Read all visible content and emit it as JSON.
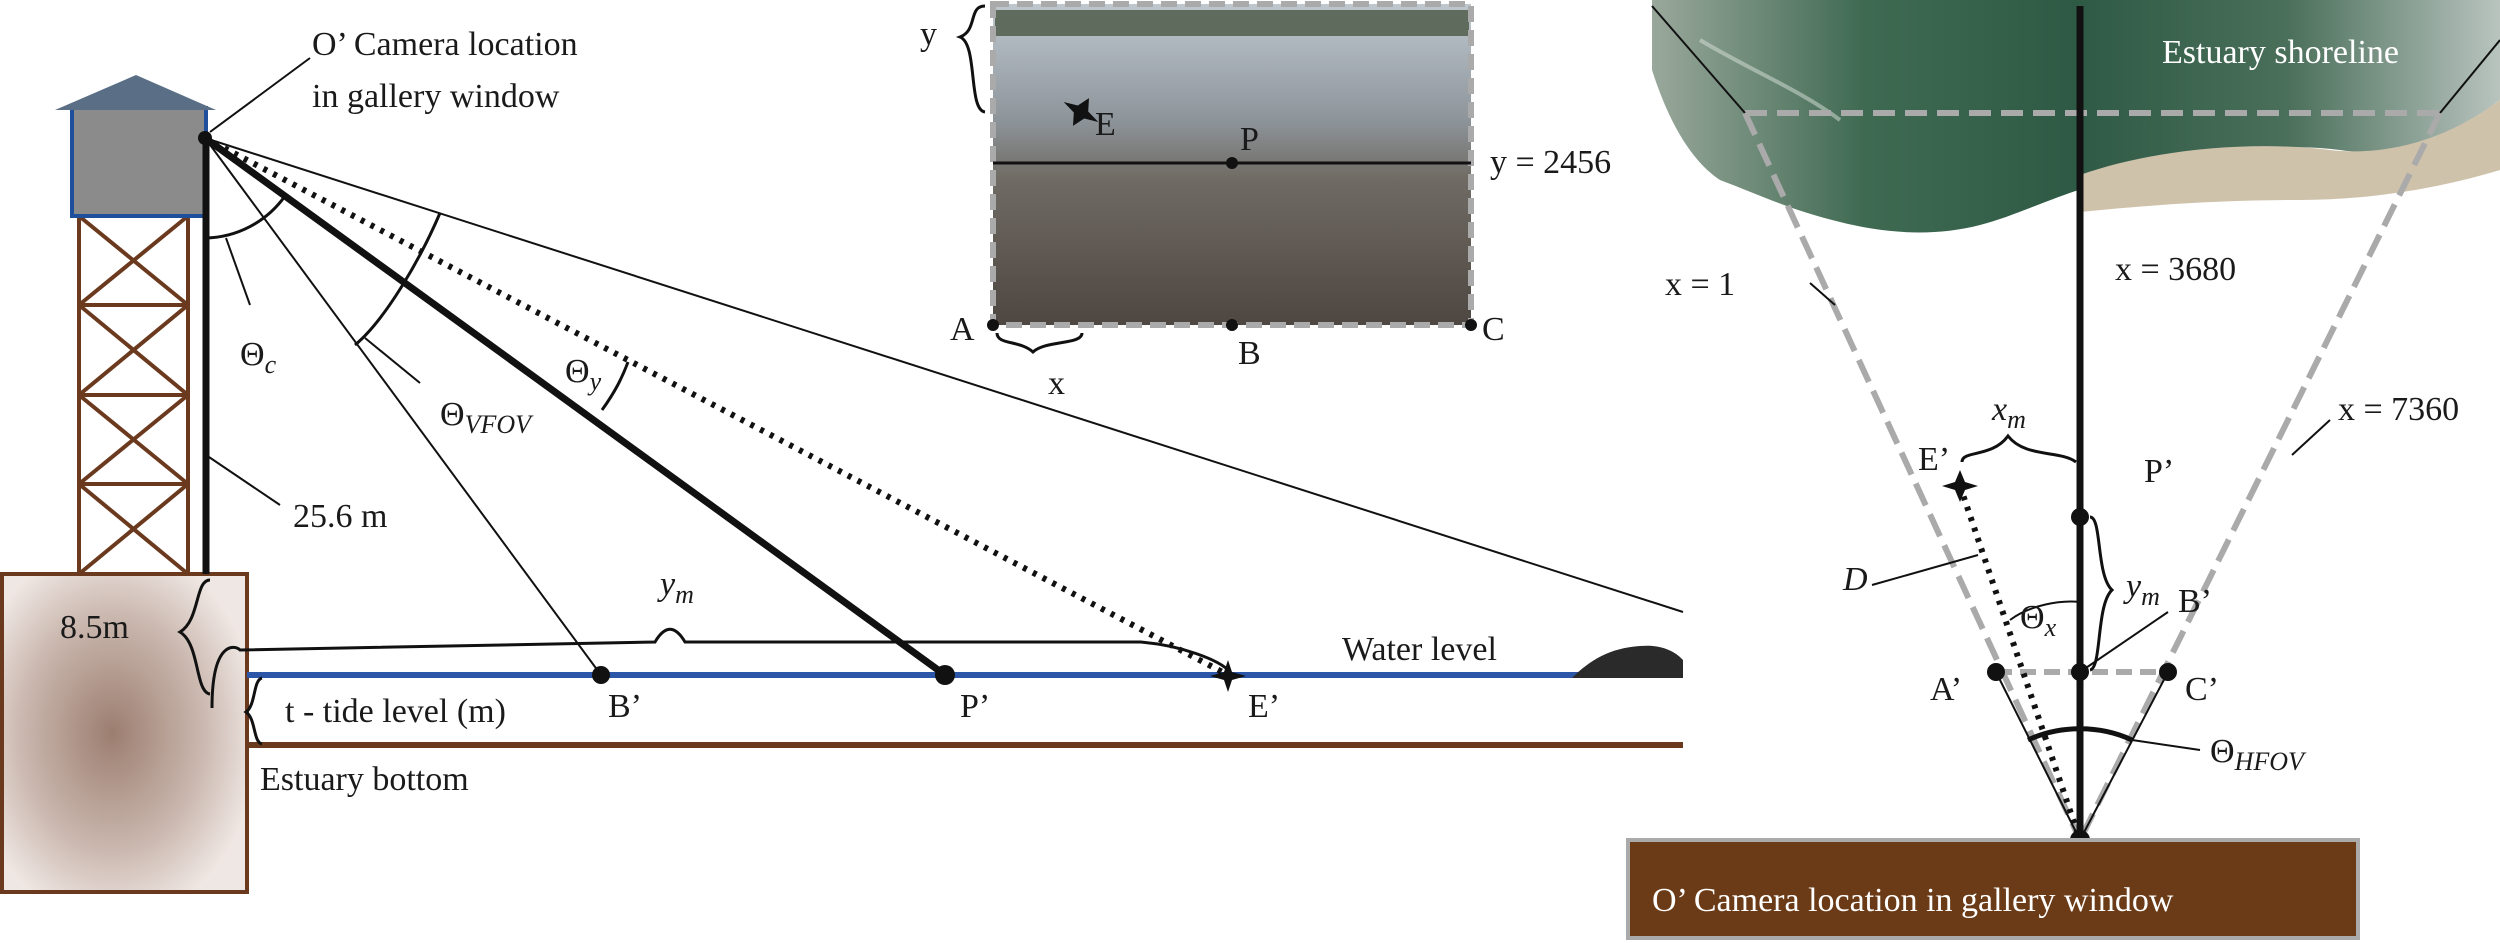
{
  "side_view": {
    "camera_label_line1": "O’ Camera location",
    "camera_label_line2": "in gallery window",
    "theta_c": "Θ",
    "theta_c_sub": "c",
    "theta_vfov": "Θ",
    "theta_vfov_sub": "VFOV",
    "theta_y": "Θ",
    "theta_y_sub": "y",
    "tower_height": "25.6 m",
    "base_height": "8.5m",
    "ym": "y",
    "ym_sub": "m",
    "tide": "t - tide level (m)",
    "water_level": "Water level",
    "bottom": "Estuary bottom",
    "b_prime": "B’",
    "p_prime": "P’",
    "e_prime": "E’"
  },
  "image_view": {
    "y_label": "y",
    "e_label": "E",
    "p_label": "P",
    "y_line": "y = 2456",
    "a_label": "A",
    "b_label": "B",
    "c_label": "C",
    "x_label": "x"
  },
  "plan_view": {
    "shoreline": "Estuary shoreline",
    "x1": "x = 1",
    "x3680": "x = 3680",
    "x7360": "x = 7360",
    "xm": "x",
    "xm_sub": "m",
    "ym": "y",
    "ym_sub": "m",
    "e_prime": "E’",
    "p_prime": "P’",
    "b_prime": "B’",
    "a_prime": "A’",
    "c_prime": "C’",
    "d_label": "D",
    "theta_x": "Θ",
    "theta_x_sub": "x",
    "theta_hfov": "Θ",
    "theta_hfov_sub": "HFOV",
    "camera": "O’ Camera location in gallery window"
  },
  "colors": {
    "water": "#2c56a8",
    "tower": "#6b3a1e",
    "roof": "#5a6f86",
    "bottom": "#6b3a1e",
    "camera_box": "#6b3b17",
    "dashed_gray": "#aaaaaa"
  }
}
